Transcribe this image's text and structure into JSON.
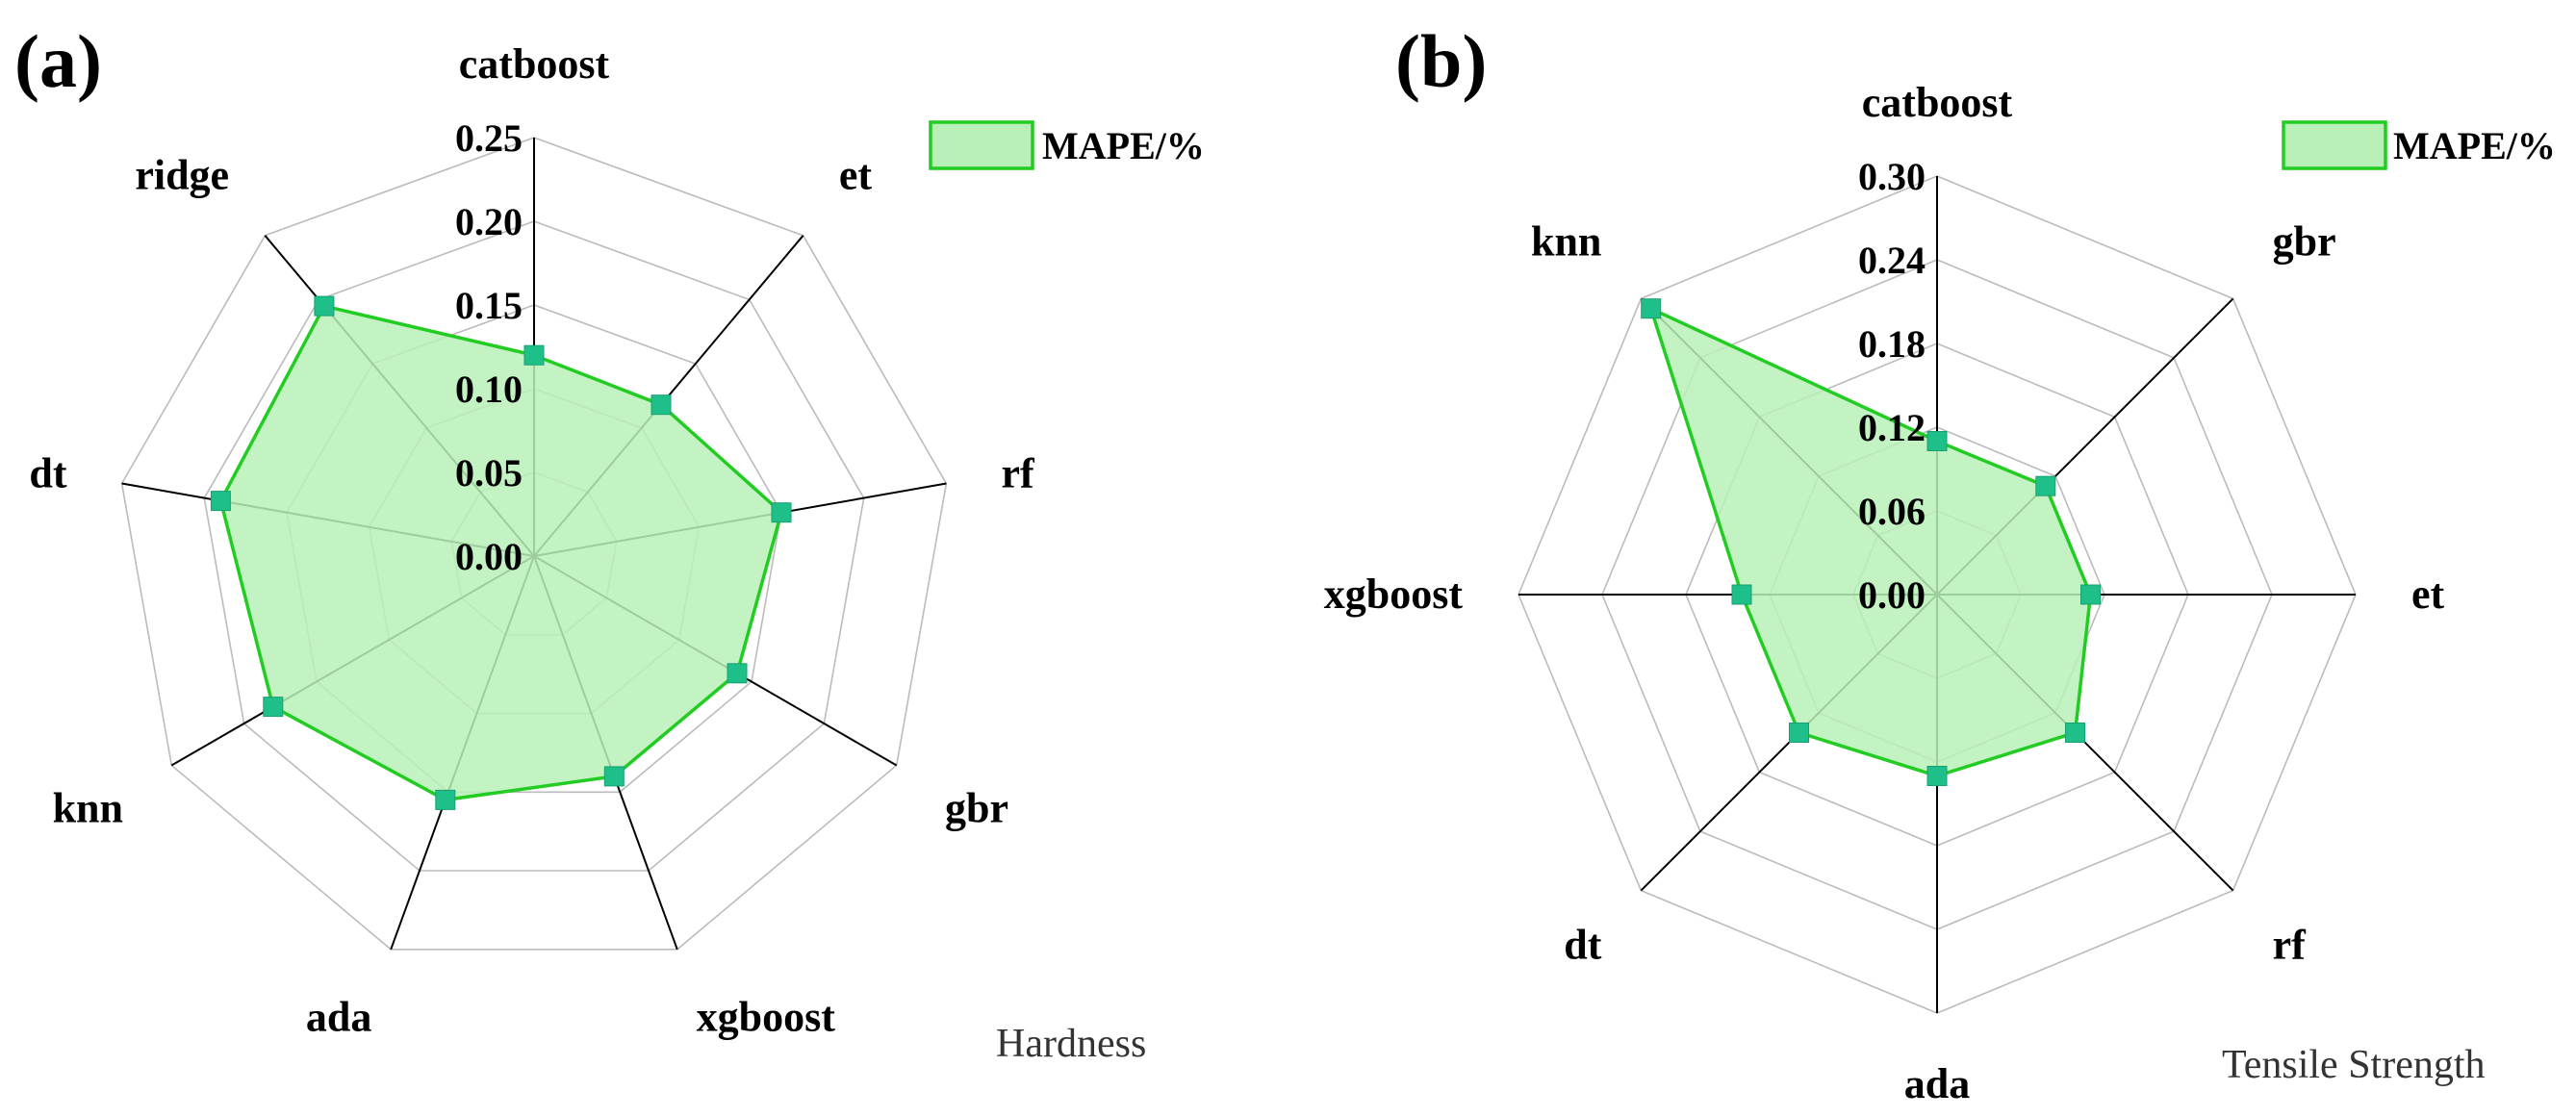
{
  "chart_data": [
    {
      "type": "radar",
      "panel_label": "(a)",
      "caption": "Hardness",
      "legend": "MAPE/%",
      "categories": [
        "catboost",
        "et",
        "rf",
        "gbr",
        "xgboost",
        "ada",
        "knn",
        "dt",
        "ridge"
      ],
      "values": [
        0.12,
        0.118,
        0.15,
        0.14,
        0.14,
        0.155,
        0.18,
        0.19,
        0.195
      ],
      "ticks": [
        "0.00",
        "0.05",
        "0.10",
        "0.15",
        "0.20",
        "0.25"
      ],
      "rmax": 0.25
    },
    {
      "type": "radar",
      "panel_label": "(b)",
      "caption": "Tensile Strength",
      "legend": "MAPE/%",
      "categories": [
        "catboost",
        "gbr",
        "et",
        "rf",
        "ada",
        "dt",
        "xgboost",
        "knn"
      ],
      "values": [
        0.11,
        0.11,
        0.11,
        0.14,
        0.13,
        0.14,
        0.14,
        0.29
      ],
      "ticks": [
        "0.00",
        "0.06",
        "0.12",
        "0.18",
        "0.24",
        "0.30"
      ],
      "rmax": 0.3
    }
  ]
}
